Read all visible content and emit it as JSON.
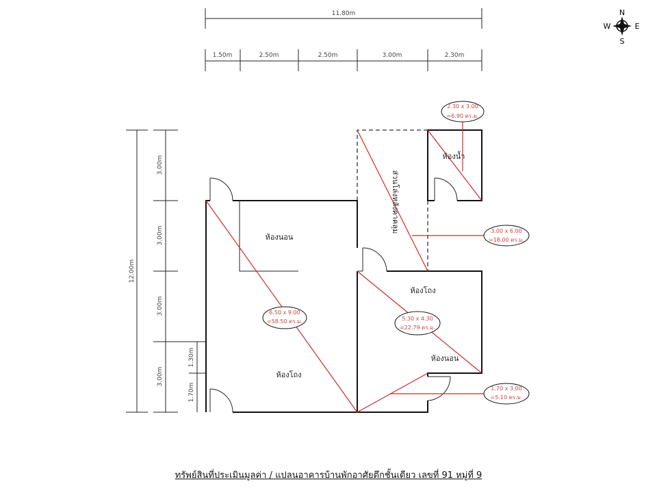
{
  "dimensions": {
    "overall_width": "11.80m",
    "width_segments": [
      "1.50m",
      "2.50m",
      "2.50m",
      "3.00m",
      "2.30m"
    ],
    "overall_depth": "12.00m",
    "depth_segments": [
      "3.00m",
      "3.00m",
      "3.00m",
      "3.00m"
    ],
    "sub_segments": [
      "1.30m",
      "1.70m"
    ]
  },
  "compass": {
    "n": "N",
    "s": "S",
    "e": "E",
    "w": "W"
  },
  "rooms": {
    "bedroom_1": "ห้องนอน",
    "bathroom": "ห้องน้ำ",
    "hall_right": "ห้องโถง",
    "bedroom_2": "ห้องนอน",
    "hall_main": "ห้องโถง",
    "covered_area": "ส่วนโล่งหลังคาคลุม"
  },
  "areas": [
    {
      "dims": "2.30 x 3.00",
      "area": "=6.90 ตร.ม."
    },
    {
      "dims": "3.00 x 6.00",
      "area": "=18.00 ตร.ม."
    },
    {
      "dims": "6.50 x 9.00",
      "area": "=58.50 ตร.ม."
    },
    {
      "dims": "5.30 x 4.30",
      "area": "=22.79 ตร.ม."
    },
    {
      "dims": "1.70 x 3.00",
      "area": "=5.10 ตร.ม."
    }
  ],
  "colors": {
    "annotation": "#cc2a2a",
    "walls": "#111111"
  },
  "caption": "ทรัพย์สินที่ประเมินมูลค่า / แปลนอาคารบ้านพักอาศัยตึกชั้นเดียว เลขที่ 91 หมู่ที่ 9"
}
